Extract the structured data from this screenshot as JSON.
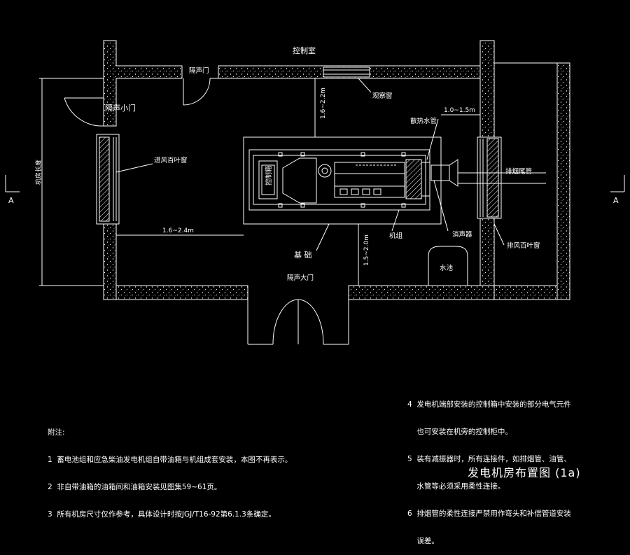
{
  "labels": {
    "control_room": "控制室",
    "soundproof_door": "隔声门",
    "observation_window": "观察窗",
    "small_soundproof_door": "隔声小门",
    "radiator_water_pipe": "散热水管",
    "intake_louver": "进风百叶窗",
    "exhaust_pipe": "排烟尾管",
    "control_box": "控制箱",
    "foundation": "基 础",
    "unit": "机组",
    "muffler": "消声器",
    "exhaust_louver": "排风百叶窗",
    "water_pool": "水池",
    "main_soundproof_door": "隔声大门",
    "room_length": "机房长度",
    "section_mark_left": "A",
    "section_mark_right": "A"
  },
  "dimensions": {
    "top_clearance": "1.6~2.2m",
    "muffler_clearance": "1.0~1.5m",
    "side_clearance": "1.6~2.4m",
    "bottom_clearance": "1.5~2.0m"
  },
  "notes": {
    "heading": "附注:",
    "items_left": [
      "1  蓄电池组和应急柴油发电机组自带油箱与机组成套安装，本图不再表示。",
      "2  非自带油箱的油箱间和油箱安装见图集59~61页。",
      "3  所有机房尺寸仅作参考，具体设计时按JGJ/T16-92第6.1.3条确定。"
    ],
    "items_right": [
      "4  发电机端部安装的控制箱中安装的部分电气元件",
      "    也可安装在机旁的控制柜中。",
      "5  装有减振器时，所有连接件，如排烟管、油管、",
      "    水管等必须采用柔性连接。",
      "6  排烟管的柔性连接严禁用作弯头和补偿管道安装",
      "    误差。"
    ]
  },
  "title": "发电机房布置图 (1a)",
  "colors": {
    "background": "#000000",
    "line": "#ffffff",
    "hatch": "#ffffff"
  }
}
